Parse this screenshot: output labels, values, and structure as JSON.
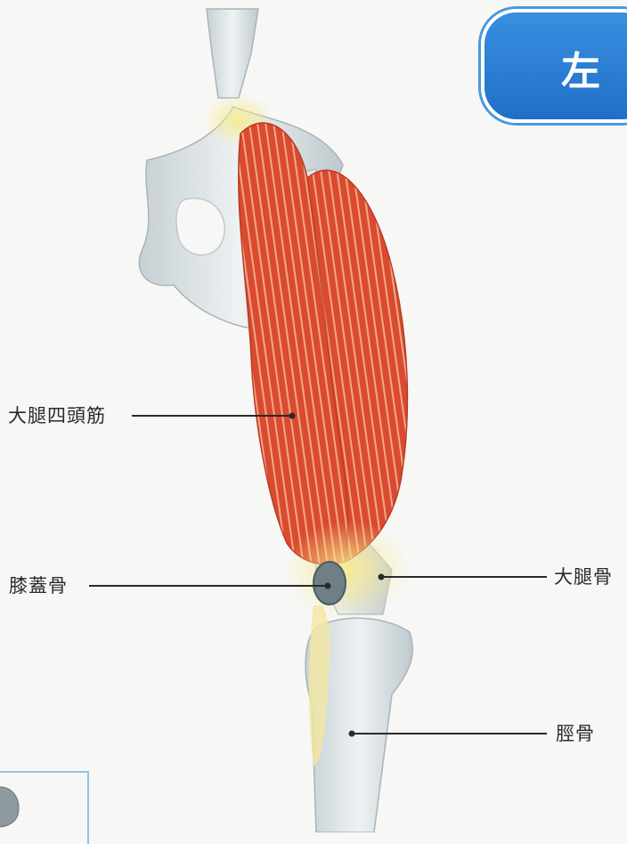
{
  "badge": {
    "text": "左",
    "color": "#2a80d8"
  },
  "labels": {
    "quadriceps": "大腿四頭筋",
    "patella": "膝蓋骨",
    "femur": "大腿骨",
    "tibia": "脛骨"
  },
  "colors": {
    "muscle": "#d94a2f",
    "muscle_stripe": "#f2a68a",
    "bone": "#dde3e6",
    "bone_shadow": "#9eaab0",
    "ligament": "#f3e7a0",
    "leader_line": "#2a2a2a",
    "inset_border": "#8fc3e8"
  }
}
